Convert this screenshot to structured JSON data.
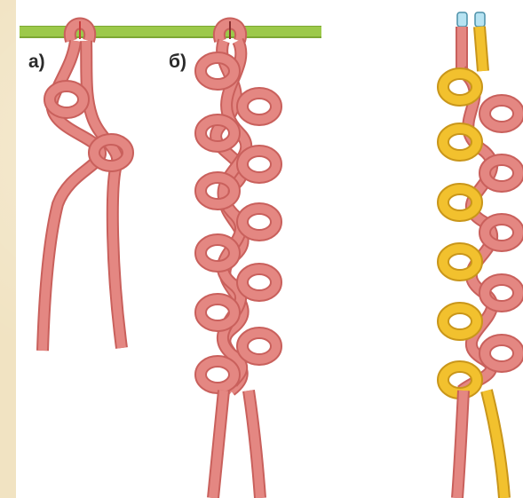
{
  "labels": {
    "a": "а)",
    "b": "б)"
  },
  "colors": {
    "background": "#f1e3c2",
    "panel": "#ffffff",
    "rod": "#9cc94a",
    "cord_pink": "#e48782",
    "cord_pink_dark": "#c9605c",
    "cord_yellow": "#f2c12e",
    "cord_yellow_dark": "#c9961a",
    "clip": "#b7e3f2"
  },
  "icons": {
    "rod": "green-rod",
    "bead_clips": "cyan-clip-icons"
  }
}
